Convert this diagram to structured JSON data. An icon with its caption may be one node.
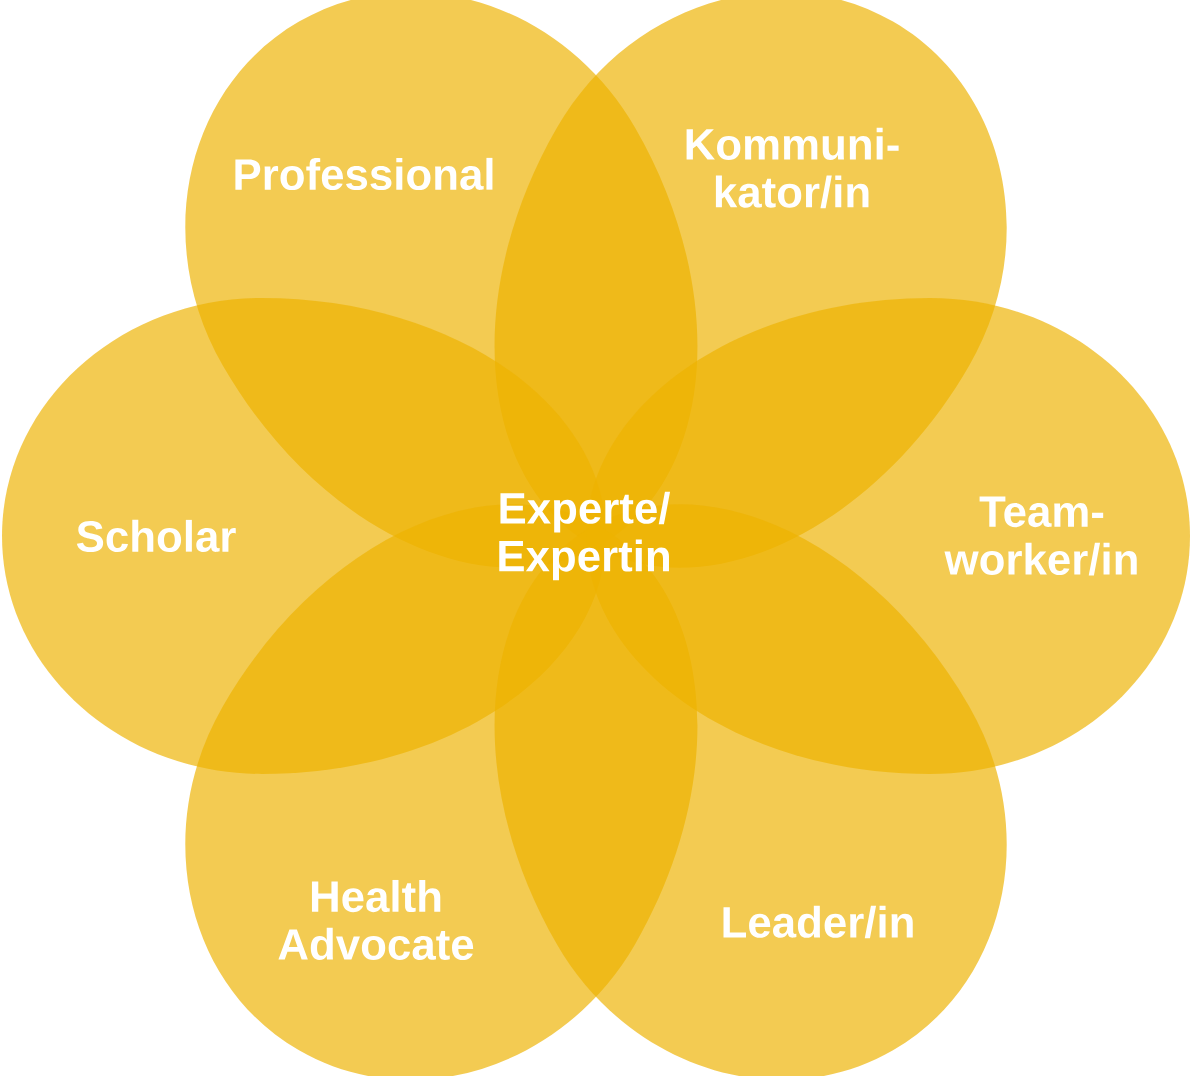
{
  "diagram": {
    "nodes": [
      {
        "text": [
          "Professional"
        ]
      },
      {
        "text": [
          "Kommuni- kator/in"
        ]
      },
      {
        "text": [
          "Scholar"
        ]
      },
      {
        "text": [
          "Team- worker/in"
        ]
      },
      {
        "text": [
          "Health Advocate"
        ]
      },
      {
        "text": [
          "Leader/in"
        ]
      }
    ],
    "labels": [
      "Experte/ Expertin"
    ]
  }
}
